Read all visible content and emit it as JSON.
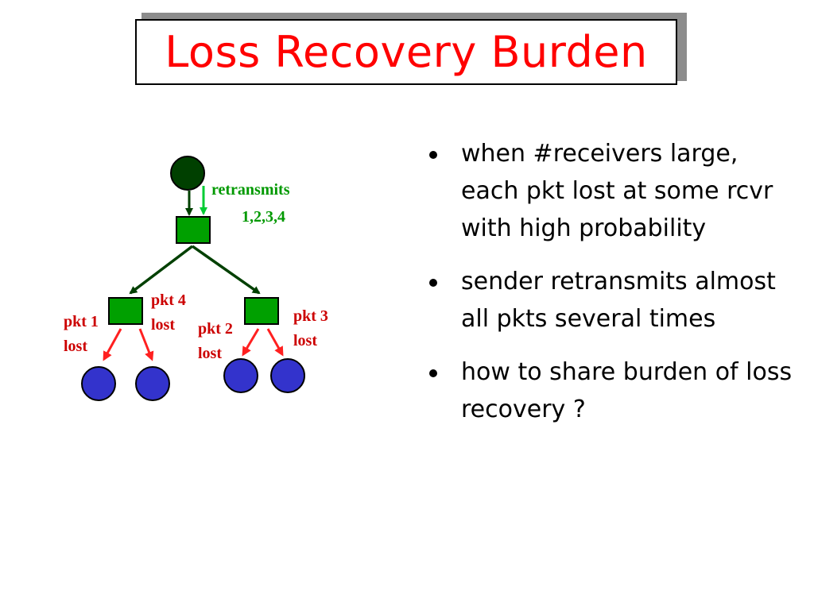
{
  "slide": {
    "title": "Loss Recovery Burden",
    "colors": {
      "title": "#ff0000",
      "sender_node": "#004000",
      "router": "#00a000",
      "link": "#004000",
      "receiver": "#3333cc",
      "loss_arrow": "#ff2020",
      "retransmit_arrow": "#00cc33",
      "retransmit_text": "#009900",
      "loss_text": "#cc0000"
    }
  },
  "diagram": {
    "retransmit_label_1": "retransmits",
    "retransmit_label_2": "1,2,3,4",
    "pkt1_line1": "pkt 1",
    "pkt1_line2": "lost",
    "pkt4_line1": "pkt 4",
    "pkt4_line2": "lost",
    "pkt2_line1": "pkt 2",
    "pkt2_line2": "lost",
    "pkt3_line1": "pkt 3",
    "pkt3_line2": "lost"
  },
  "bullets": [
    "when #receivers large, each pkt lost at some rcvr with high probability",
    "sender retransmits almost all pkts several times",
    "how to share burden of loss recovery ?"
  ]
}
